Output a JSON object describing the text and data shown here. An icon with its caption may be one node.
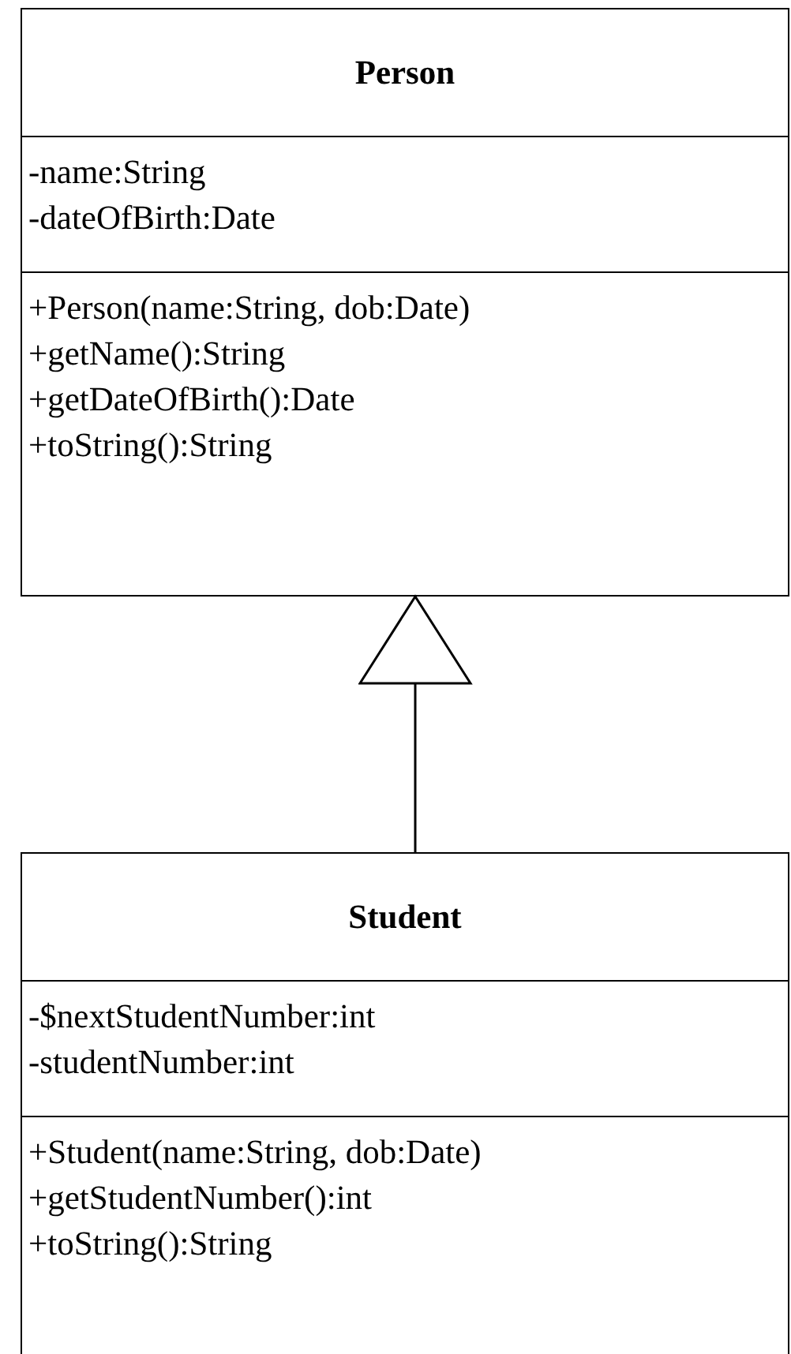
{
  "diagram": {
    "nodes": [
      {
        "text": [
          "Person"
        ]
      },
      {
        "text": [
          "-name:String",
          "-dateOfBirth:Date"
        ],
        "in": 0
      },
      {
        "text": [
          "+Person(name:String, dob:Date)",
          "+getName():String",
          "+getDateOfBirth():Date",
          "+toString():String"
        ],
        "in": 0
      },
      {
        "text": [
          "Student"
        ]
      },
      {
        "text": [
          "-$nextStudentNumber:int",
          "-studentNumber:int"
        ],
        "in": 3
      },
      {
        "text": [
          "+Student(name:String, dob:Date)",
          "+getStudentNumber():int",
          "+toString():String"
        ],
        "in": 3
      }
    ],
    "edges": [
      {
        "from": 3,
        "to": 0,
        "arrow": "to"
      }
    ]
  }
}
